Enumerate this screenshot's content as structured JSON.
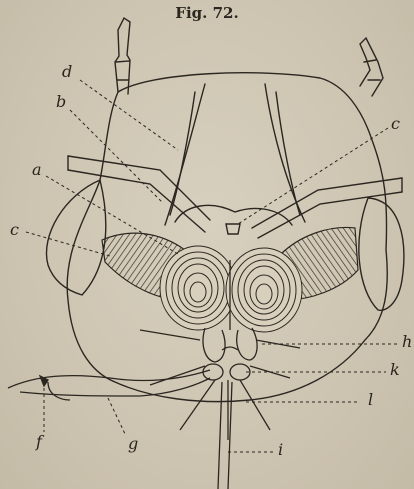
{
  "figure": {
    "title": "Fig. 72.",
    "labels": {
      "a": "a",
      "b": "b",
      "c_right": "c",
      "c_left": "c",
      "d": "d",
      "f": "f",
      "g": "g",
      "h": "h",
      "i": "i",
      "k": "k",
      "l": "l"
    },
    "colors": {
      "ink": "#2b2620",
      "paper": "#d2c9b6"
    }
  }
}
